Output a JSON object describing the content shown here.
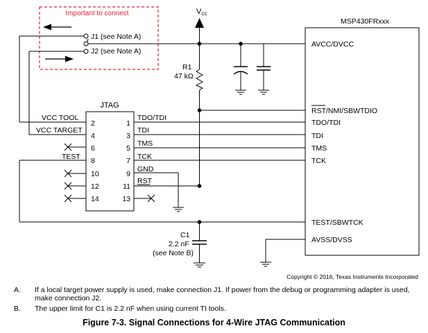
{
  "diagram": {
    "important_box": "Important to connect",
    "vcc_label": "V",
    "vcc_subscript": "CC",
    "j1": "J1 (see Note A)",
    "j2": "J2 (see Note A)",
    "r1_name": "R1",
    "r1_value": "47 kΩ",
    "c1_name": "C1",
    "c1_value": "2.2 nF",
    "c1_note": "(see Note B)",
    "jtag_title": "JTAG",
    "jtag_left_pins": [
      "2",
      "4",
      "6",
      "8",
      "10",
      "12",
      "14"
    ],
    "jtag_right_pins": [
      "1",
      "3",
      "5",
      "7",
      "9",
      "11",
      "13"
    ],
    "jtag_left_signals": [
      "VCC TOOL",
      "VCC TARGET",
      "TEST"
    ],
    "jtag_right_signals": [
      "TDO/TDI",
      "TDI",
      "TMS",
      "TCK",
      "GND",
      "RST"
    ],
    "mcu_name": "MSP430FRxxx",
    "mcu_pins": [
      "AVCC/DVCC",
      "RST/NMI/SBWTDIO",
      "TDO/TDI",
      "TDI",
      "TMS",
      "TCK",
      "TEST/SBWTCK",
      "AVSS/DVSS"
    ],
    "copyright": "Copyright © 2016, Texas Instruments Incorporated"
  },
  "notes": [
    {
      "letter": "A.",
      "text": "If a local target power supply is used, make connection J1. If power from the debug or programming adapter is used, make connection J2."
    },
    {
      "letter": "B.",
      "text": "The upper limit for C1 is 2.2 nF when using current TI tools."
    }
  ],
  "caption": "Figure 7-3. Signal Connections for 4-Wire JTAG Communication"
}
